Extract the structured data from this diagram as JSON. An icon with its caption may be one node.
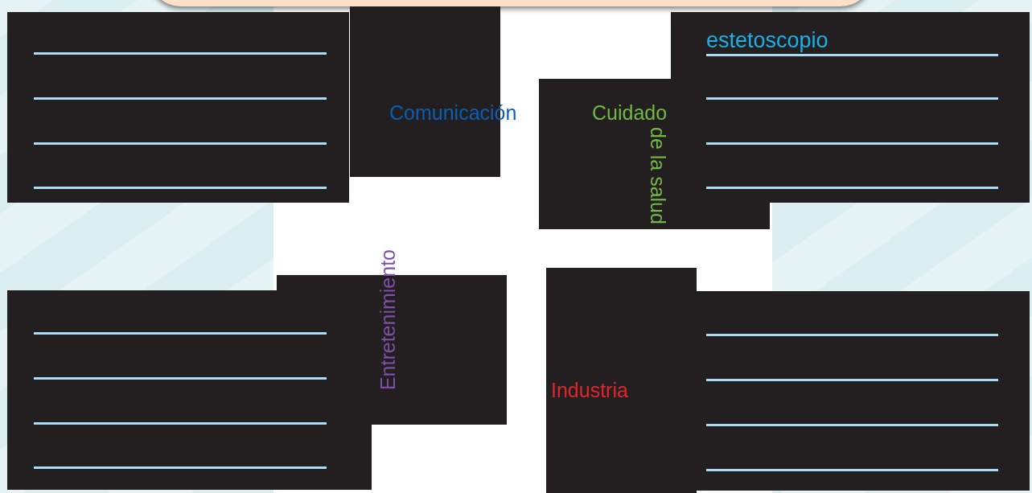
{
  "diagram": {
    "nodes": [
      {
        "text": [],
        "shape": "box"
      },
      {
        "text": [
          "Comunicación"
        ]
      },
      {
        "text": [
          "Cuidado de la salud"
        ]
      },
      {
        "text": [
          "estetoscopio"
        ]
      },
      {
        "text": [],
        "shape": "box"
      },
      {
        "text": [
          "Entretenimiento"
        ]
      },
      {
        "text": [
          "Industria"
        ]
      },
      {
        "text": [],
        "shape": "box"
      }
    ]
  }
}
